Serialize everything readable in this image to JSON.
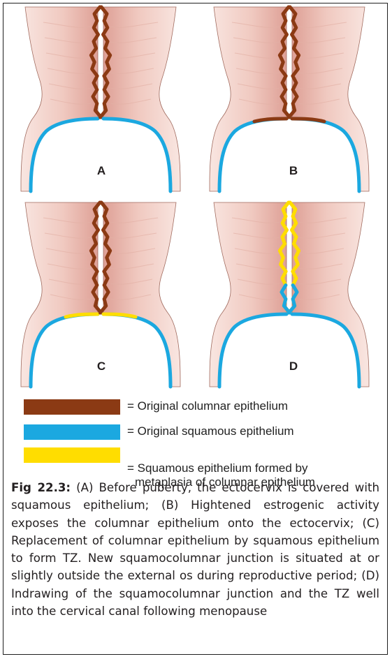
{
  "figure": {
    "panels": [
      {
        "label": "A",
        "description": "Before puberty"
      },
      {
        "label": "B",
        "description": "Hightened estrogenic activity"
      },
      {
        "label": "C",
        "description": "Replacement of columnar epithelium"
      },
      {
        "label": "D",
        "description": "Following menopause"
      }
    ],
    "colors": {
      "columnar": "#8b3a14",
      "squamous": "#1ba8e0",
      "metaplastic": "#ffdd00",
      "tissue_light": "#f6ddd8",
      "tissue_mid": "#eec2b8",
      "tissue_dark": "#d7978a",
      "outline": "#a06a5e"
    }
  },
  "legend": [
    {
      "color": "#8b3a14",
      "text": "= Original columnar epithelium"
    },
    {
      "color": "#1ba8e0",
      "text": "= Original squamous epithelium"
    },
    {
      "color": "#ffdd00",
      "text_line1": "= Squamous epithelium formed by",
      "text_line2": "metaplasia of columnar epithelium"
    }
  ],
  "caption": {
    "lead": "Fig 22.3:",
    "body": "(A) Before puberty, the ectocervix is covered with squamous epithelium; (B) Hightened estrogenic activity exposes the columnar epithelium onto the ectocervix; (C) Replacement of columnar epithelium by squamous epithelium to form TZ. New squamocolumnar junction is situated at or slightly outside the external os during reproductive period; (D) Indrawing of the squamocolumnar junction and the TZ well into the cervical canal following menopause"
  }
}
